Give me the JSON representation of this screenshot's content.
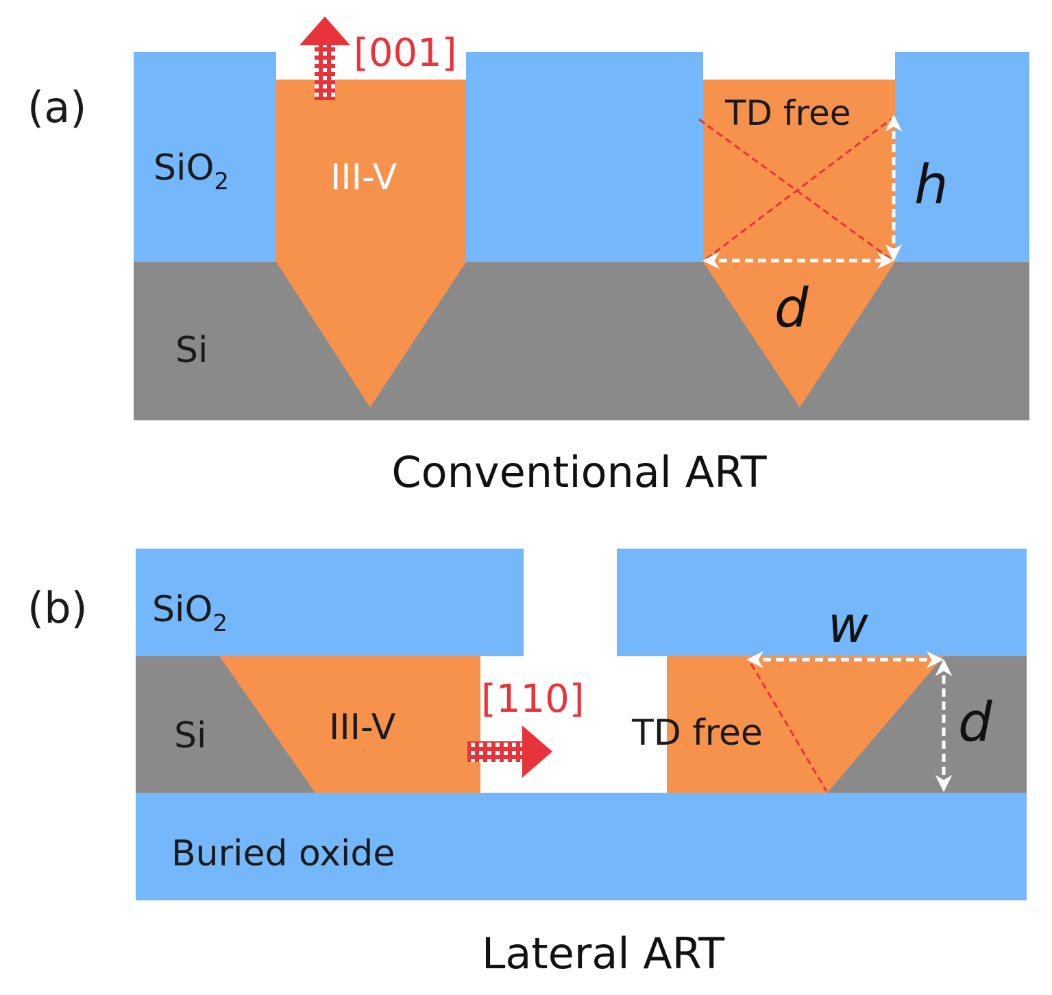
{
  "colors": {
    "oxide": "#74b8fb",
    "silicon": "#8a8a8a",
    "iii_v": "#f7924c",
    "arrow_red": "#e8333a",
    "dim_white": "#ffffff"
  },
  "panel_a": {
    "tag": "(a)",
    "sio2_label": "SiO",
    "sio2_sub": "2",
    "si_label": "Si",
    "iiiv_label": "III-V",
    "direction_label": "[001]",
    "td_free_label": "TD free",
    "dim_h_label": "h",
    "dim_d_label": "d",
    "caption": "Conventional ART"
  },
  "panel_b": {
    "tag": "(b)",
    "sio2_label": "SiO",
    "sio2_sub": "2",
    "si_label": "Si",
    "iiiv_label": "III-V",
    "direction_label": "[110]",
    "td_free_label": "TD free",
    "dim_w_label": "w",
    "dim_d_label": "d",
    "box_label": "Buried oxide",
    "caption": "Lateral ART"
  },
  "icons": {
    "arrow_up": "dotted-arrow-up-icon",
    "arrow_right": "dotted-arrow-right-icon"
  }
}
